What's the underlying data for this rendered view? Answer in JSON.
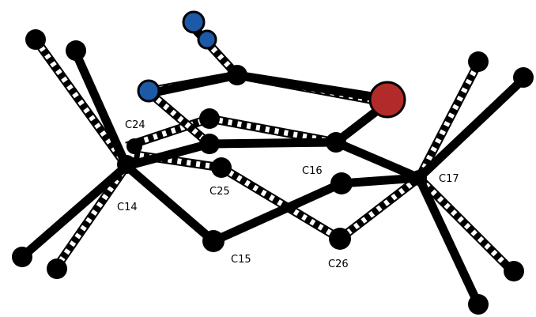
{
  "colors": {
    "carbon": "#000000",
    "nitrogen": "#1c5aa8",
    "oxygen": "#b22a2a",
    "background": "#ffffff"
  },
  "labels": {
    "c14": "C14",
    "c15": "C15",
    "c16": "C16",
    "c17": "C17",
    "c24": "C24",
    "c25": "C25",
    "c26": "C26"
  }
}
